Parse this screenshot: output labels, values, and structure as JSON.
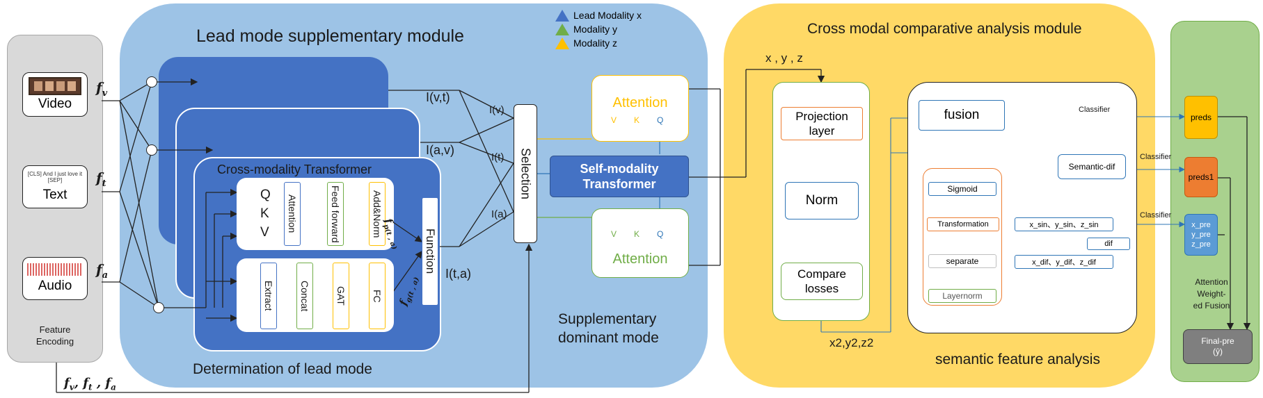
{
  "feature_encoding": {
    "label": "Feature\nEncoding",
    "video": {
      "label": "Video",
      "feature": "f_v"
    },
    "text": {
      "label": "Text",
      "snippet": "[CLS] And I just love it [SEP]",
      "feature": "f_t"
    },
    "audio": {
      "label": "Audio",
      "feature": "f_a"
    },
    "bottom_features": "f_v, f_t, f_a"
  },
  "lead_module": {
    "title": "Lead mode supplementary module",
    "subtitle_bottom": "Determination of lead mode",
    "transformer_title": "Cross-modality Transformer",
    "qkv": [
      "Q",
      "K",
      "V"
    ],
    "upper_blocks": [
      "Attention",
      "Feed forward",
      "Add&Norm"
    ],
    "lower_blocks": [
      "Extract",
      "Concat",
      "GAT",
      "FC"
    ],
    "function_label": "Function",
    "fp_label": "f_p(t,a)",
    "fg_label": "f_g(t,a)",
    "pair_labels": [
      "I(v,t)",
      "I(a,v)",
      "I(t,a)"
    ],
    "selected_labels": [
      "I(v)",
      "I(t)",
      "I(a)"
    ],
    "selection_label": "Selection",
    "self_transformer": "Self-modality\nTransformer",
    "attention_label": "Attention",
    "vkq": [
      "V",
      "K",
      "Q"
    ],
    "supplementary_label": "Supplementary\ndominant mode",
    "legend": [
      {
        "label": "Lead Modality x",
        "color": "#4472c4"
      },
      {
        "label": "Modality y",
        "color": "#70ad47"
      },
      {
        "label": "Modality z",
        "color": "#ffc000"
      }
    ]
  },
  "cross_module": {
    "title": "Cross modal comparative analysis module",
    "inputs_label": "x , y , z",
    "outputs_label": "x2,y2,z2",
    "left_column": [
      "Projection\nlayer",
      "Norm",
      "Compare\nlosses"
    ],
    "fusion": "fusion",
    "inner": [
      "Sigmoid",
      "Transformation",
      "separate",
      "Layernorm"
    ],
    "sin_label": "x_sin、y_sin、z_sin",
    "dif_label": "x_dif、y_dif、z_dif",
    "dif": "dif",
    "semantic_dif": "Semantic-dif",
    "classifier": "Classifier",
    "semantic_title": "semantic feature analysis"
  },
  "fusion_panel": {
    "preds": "preds",
    "preds1": "preds1",
    "pre_lines": [
      "x_pre",
      "y_pre",
      "z_pre"
    ],
    "label": "Attention\nWeight-\ned Fusion",
    "final": "Final-pre\n(ŷ)"
  },
  "colors": {
    "lead_panel": "#9dc3e6",
    "cross_panel": "#ffd966",
    "fusion_panel": "#a9d18e",
    "dark_blue": "#4472c4",
    "orange": "#ed7d31",
    "yellow": "#ffc000",
    "green": "#70ad47"
  }
}
